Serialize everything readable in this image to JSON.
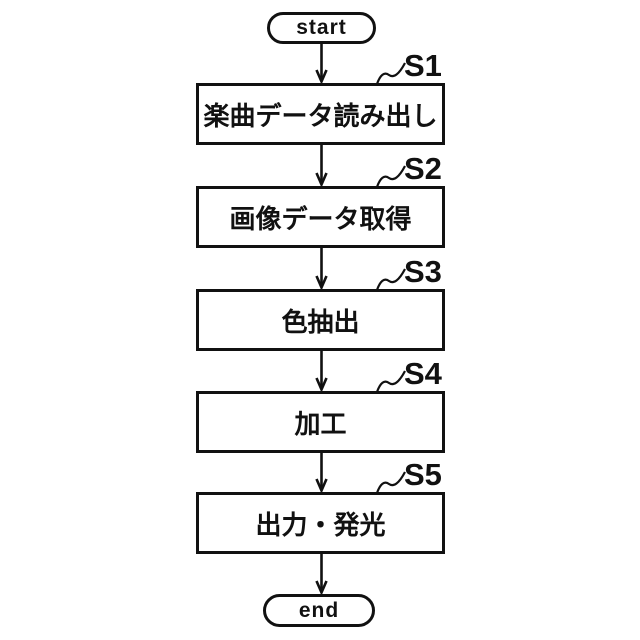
{
  "figure": {
    "type": "flowchart",
    "background_color": "#ffffff",
    "line_color": "#111111"
  },
  "flowchart": {
    "start_label": "start",
    "end_label": "end",
    "steps": [
      {
        "id": "S1",
        "label": "楽曲データ読み出し"
      },
      {
        "id": "S2",
        "label": "画像データ取得"
      },
      {
        "id": "S3",
        "label": "色抽出"
      },
      {
        "id": "S4",
        "label": "加工"
      },
      {
        "id": "S5",
        "label": "出力・発光"
      }
    ]
  }
}
